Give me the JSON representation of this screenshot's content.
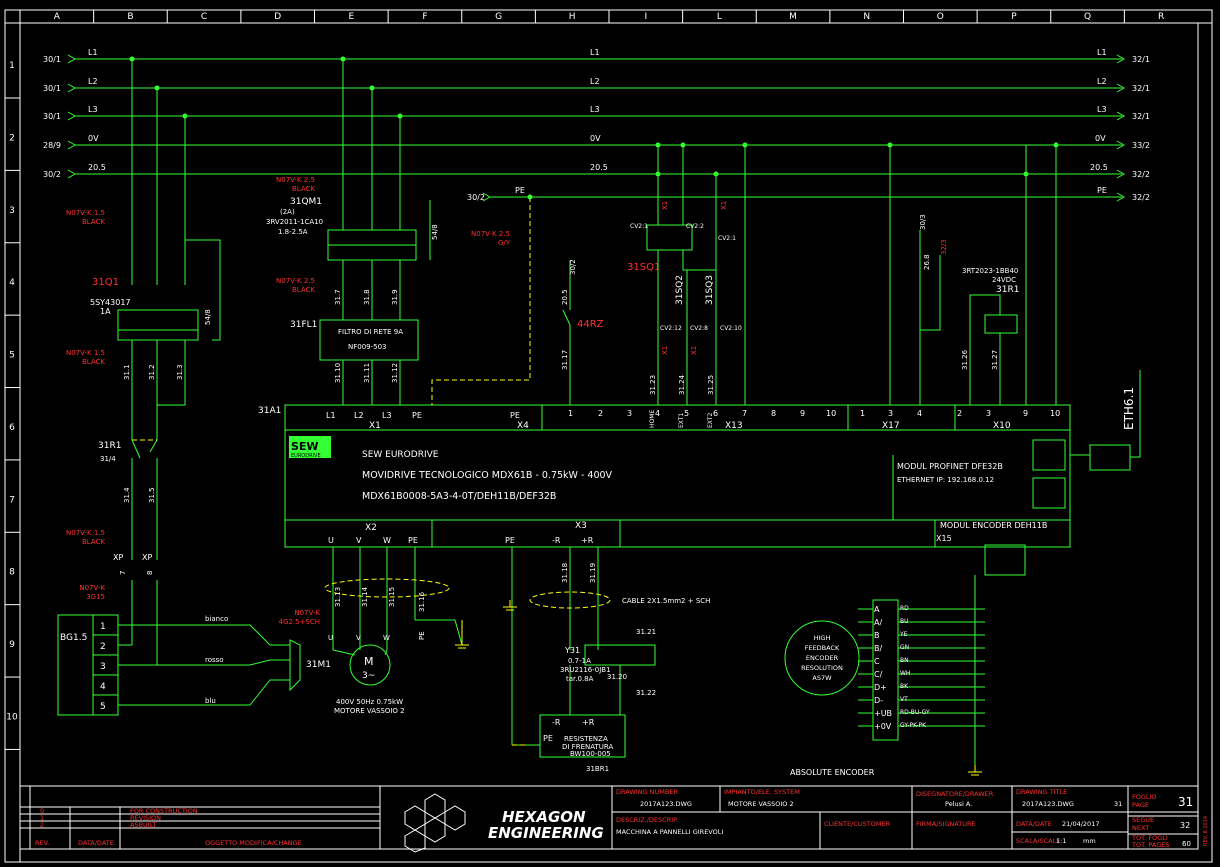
{
  "grid": {
    "columns": [
      "A",
      "B",
      "C",
      "D",
      "E",
      "F",
      "G",
      "H",
      "I",
      "L",
      "M",
      "N",
      "O",
      "P",
      "Q",
      "R"
    ],
    "rows": [
      "1",
      "2",
      "3",
      "4",
      "5",
      "6",
      "7",
      "8",
      "9",
      "10"
    ]
  },
  "buses": [
    {
      "ref_in": "30/1",
      "name": "L1",
      "ref_out": "32/1"
    },
    {
      "ref_in": "30/1",
      "name": "L2",
      "ref_out": "32/1"
    },
    {
      "ref_in": "30/1",
      "name": "L3",
      "ref_out": "32/1"
    },
    {
      "ref_in": "28/9",
      "name": "0V",
      "ref_out": "33/2"
    },
    {
      "ref_in": "30/2",
      "name": "20.5",
      "ref_out": "32/2"
    },
    {
      "ref_in": "",
      "name": "PE",
      "ref_out": "32/2"
    }
  ],
  "pe_ref": "30/2",
  "pe_label": "PE",
  "cables": {
    "c1": "N07V-K 1.5",
    "c1b": "BLACK",
    "c2": "N07V-K 2.5",
    "c2b": "BLACK",
    "c3": "N07V-K 2.5",
    "c3b": "BLACK",
    "c4": "N07V-K 1.5",
    "c4b": "BLACK",
    "c5": "N07V-K 2.5",
    "c5b": "G/Y",
    "c6": "N07V-K 1.5",
    "c6b": "BLACK",
    "c7": "N07V-K",
    "c7b": "3G15",
    "c8": "N07V-K",
    "c8b": "4G2.5+SCH"
  },
  "q1": {
    "tag": "31Q1",
    "model": "5SY43017",
    "rating": "1A",
    "aux": "54/8"
  },
  "qm1": {
    "tag": "31QM1",
    "setting": "(2A)",
    "model": "3RV2011-1CA10",
    "range": "1.8-2.5A",
    "aux": "54/8"
  },
  "filter": {
    "tag": "31FL1",
    "line1": "FILTRO DI RETE 9A",
    "line2": "NF009-503"
  },
  "r1": {
    "tag": "31R1",
    "ref": "31/4"
  },
  "wires": [
    "31.1",
    "31.2",
    "31.3",
    "31.4",
    "31.5",
    "31.7",
    "31.8",
    "31.9",
    "31.10",
    "31.11",
    "31.12",
    "31.13",
    "31.14",
    "31.15",
    "31.16",
    "31.17",
    "31.18",
    "31.19",
    "31.20",
    "31.21",
    "31.22",
    "31.23",
    "31.24",
    "31.25",
    "31.26",
    "31.27",
    "20.5",
    "26.8"
  ],
  "xp": {
    "label": "XP",
    "t1": "7",
    "t2": "8"
  },
  "bg": {
    "tag": "BG1.5",
    "pins": [
      "1",
      "2",
      "3",
      "4",
      "5"
    ],
    "wire1": "bianco",
    "wire2": "rosso",
    "wire3": "blu"
  },
  "motor": {
    "tag": "31M1",
    "symbol": "M",
    "phase": "3~",
    "u": "U",
    "v": "V",
    "w": "W",
    "pe": "PE",
    "spec": "400V 50Hz 0.75kW",
    "desc": "MOTORE VASSOIO 2"
  },
  "k44": {
    "tag": "44RZ",
    "ref": "30/2"
  },
  "sq1": {
    "tag": "31SQ1",
    "t1": "CV2:1",
    "t2": "CV2:2",
    "t3": "CV2:1",
    "x1": "X1",
    "x2": "X1"
  },
  "sq2": {
    "tag": "31SQ2",
    "t1": "CV2:12",
    "x1": "X1"
  },
  "sq3": {
    "tag": "31SQ3",
    "t1": "CV2:8",
    "t2": "CV2:10",
    "x1": "X1"
  },
  "relay": {
    "tag": "31R1",
    "model": "3RT2023-1BB40",
    "voltage": "24VDC",
    "ref1": "30/3",
    "ref2": "32/3"
  },
  "drive": {
    "tag": "31A1",
    "brand": "SEW",
    "brand_sub": "EURODRIVE",
    "line0": "SEW EURODRIVE",
    "line1": "MOVIDRIVE TECNOLOGICO MDX61B - 0.75kW - 400V",
    "line2": "MDX61B0008-5A3-4-0T/DEH11B/DEF32B",
    "profinet1": "MODUL PROFINET DFE32B",
    "profinet2": "ETHERNET IP: 192.168.0.12",
    "encoder": "MODUL ENCODER DEH11B",
    "x1": "X1",
    "x4": "X4",
    "x13": "X13",
    "x17": "X17",
    "x10": "X10",
    "x2": "X2",
    "x3": "X3",
    "x15": "X15",
    "x1_pins": [
      "L1",
      "L2",
      "L3",
      "PE"
    ],
    "x4_pin": "PE",
    "x13_pins": [
      "1",
      "2",
      "3",
      "4",
      "5",
      "6",
      "7",
      "8",
      "9",
      "10"
    ],
    "x13_sub": [
      "HOME",
      "EXT1",
      "EXT2"
    ],
    "x17_pins": [
      "1",
      "3",
      "4"
    ],
    "x10_pins": [
      "2",
      "3",
      "9",
      "10"
    ],
    "x2_pins": [
      "U",
      "V",
      "W",
      "PE"
    ],
    "x3_pins": [
      "PE",
      "-R",
      "+R"
    ],
    "eth": "ETH6.1"
  },
  "brake": {
    "cable": "CABLE 2X1.5mm2 + SCH",
    "y_tag": "Y31",
    "y_range": "0.7-1A",
    "y_model": "3RU2116-0JB1",
    "y_set": "tar.0.8A",
    "res_pins": [
      "-R",
      "+R",
      "PE"
    ],
    "res_name1": "RESISTENZA",
    "res_name2": "DI FRENATURA",
    "res_model": "BW100-005",
    "res_tag": "31BR1"
  },
  "enc": {
    "title": "ABSOLUTE ENCODER",
    "body": [
      "HIGH",
      "FEEDBACK",
      "ENCODER",
      "RESOLUTION",
      "AS7W"
    ],
    "pins": [
      "A",
      "A/",
      "B",
      "B/",
      "C",
      "C/",
      "D+",
      "D-",
      "+UB",
      "+0V"
    ],
    "colors": [
      "RD",
      "BU",
      "YE",
      "GN",
      "BN",
      "WH",
      "BK",
      "VT",
      "RD-BU-GY",
      "GY-PK-PK"
    ]
  },
  "title_block": {
    "rev_rows": [
      {
        "n": "0",
        "t": "FOR CONSTRUCTION"
      },
      {
        "n": "1",
        "t": "REVISION"
      },
      {
        "n": "2",
        "t": "ASBUILT"
      }
    ],
    "rev_hdr": "REV.",
    "date_hdr": "DATA/DATE",
    "obj_hdr": "OGGETTO MODIFICA/CHANGE",
    "company1": "HEXAGON",
    "company2": "ENGINEERING",
    "dn_lbl": "DRAWING NUMBER",
    "dn_val": "2017A123.DWG",
    "plant_lbl": "IMPIANTO/ELE. SYSTEM",
    "plant_val": "MOTORE VASSOIO 2",
    "desc_lbl": "DESCRIZ./DESCRIP.",
    "desc_val": "MACCHINA A PANNELLI GIREVOLI",
    "cust_lbl": "CLIENTE/CUSTOMER",
    "drawer_lbl": "DISEGNATORE/DRAWER",
    "drawer_val": "Pelusi A.",
    "sign_lbl": "FIRMA/SIGNATURE",
    "title_lbl": "DRAWING TITLE",
    "title_val": "2017A123.DWG",
    "title_no": "31",
    "date_lbl": "DATA/DATE",
    "date_val": "21/04/2017",
    "scale_lbl": "SCALA/SCALE",
    "scale_val": "1:1",
    "scale_unit": "mm",
    "sheet_lbl1": "FOGLIO",
    "sheet_lbl2": "PAGE",
    "sheet_val": "31",
    "next_lbl1": "SEGUE",
    "next_lbl2": "NEXT",
    "next_val": "32",
    "tot_lbl1": "TOT. FOGLI",
    "tot_lbl2": "TOT. PAGES",
    "tot_val": "60",
    "version": "REV. 8 2014"
  }
}
